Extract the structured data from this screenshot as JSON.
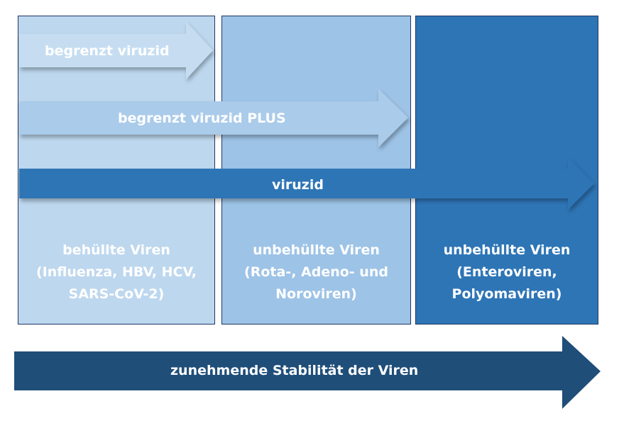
{
  "arrows": {
    "begrenzt": "begrenzt viruzid",
    "plus": "begrenzt viruzid PLUS",
    "viruzid": "viruzid",
    "stability": "zunehmende Stabilität der Viren"
  },
  "columns": [
    {
      "lines": [
        "behüllte Viren",
        "(Influenza, HBV, HCV,",
        "SARS-CoV-2)"
      ]
    },
    {
      "lines": [
        "unbehüllte Viren",
        "(Rota-, Adeno- und",
        "Noroviren)"
      ]
    },
    {
      "lines": [
        "unbehüllte Viren",
        "(Enteroviren,",
        "Polyomaviren)"
      ]
    }
  ],
  "colors": {
    "light": "#bdd7ee",
    "medium": "#9dc3e6",
    "strong": "#2e75b6",
    "dark": "#1f4e79"
  }
}
